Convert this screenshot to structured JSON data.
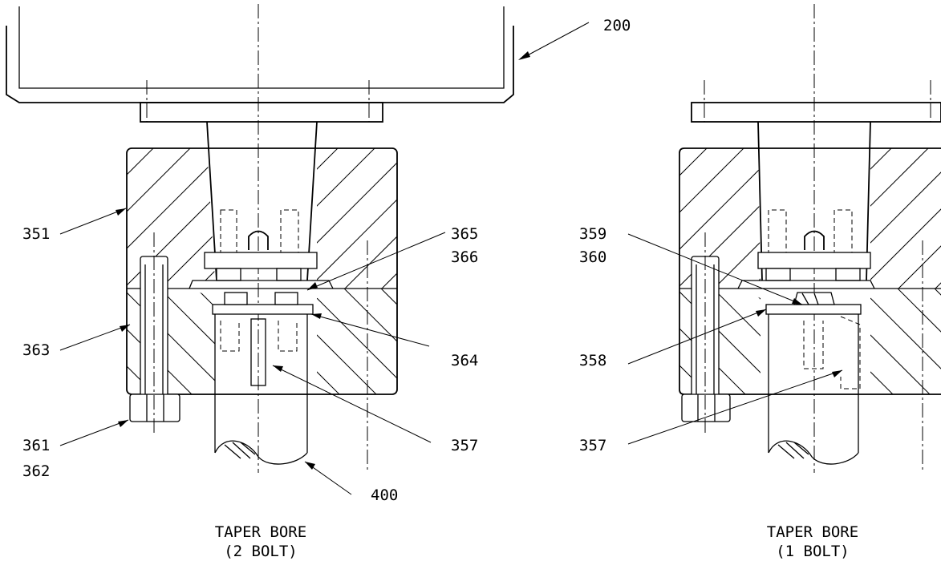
{
  "labels": {
    "l200": "200",
    "l351": "351",
    "l363": "363",
    "l361": "361",
    "l362": "362",
    "l365": "365",
    "l366": "366",
    "l364": "364",
    "l357a": "357",
    "l400": "400",
    "l359": "359",
    "l360": "360",
    "l358": "358",
    "l357b": "357"
  },
  "captions": {
    "left_line1": "TAPER BORE",
    "left_line2": "(2 BOLT)",
    "right_line1": "TAPER BORE",
    "right_line2": "(1 BOLT)"
  }
}
